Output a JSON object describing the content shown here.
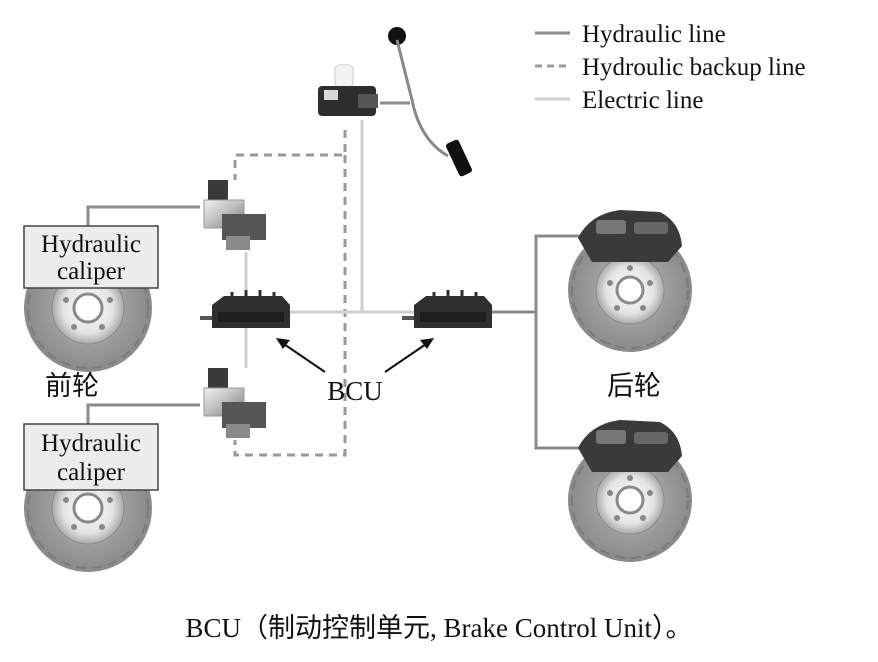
{
  "legend": {
    "hydraulic": "Hydraulic line",
    "backup": "Hydroulic backup line",
    "electric": "Electric line"
  },
  "labels": {
    "caliper_top": [
      "Hydraulic",
      "caliper"
    ],
    "caliper_bottom": [
      "Hydraulic",
      "caliper"
    ],
    "front_wheel": "前轮",
    "rear_wheel": "后轮",
    "bcu": "BCU"
  },
  "caption": "BCU（制动控制单元, Brake Control Unit）。",
  "colors": {
    "hydraulic_line": "#8a8a8a",
    "backup_line": "#9a9a9a",
    "electric_line": "#cfcfcf",
    "disc": "#9a9a9a",
    "disc_dark": "#6a6a6a",
    "component_dark": "#2a2a2a"
  }
}
